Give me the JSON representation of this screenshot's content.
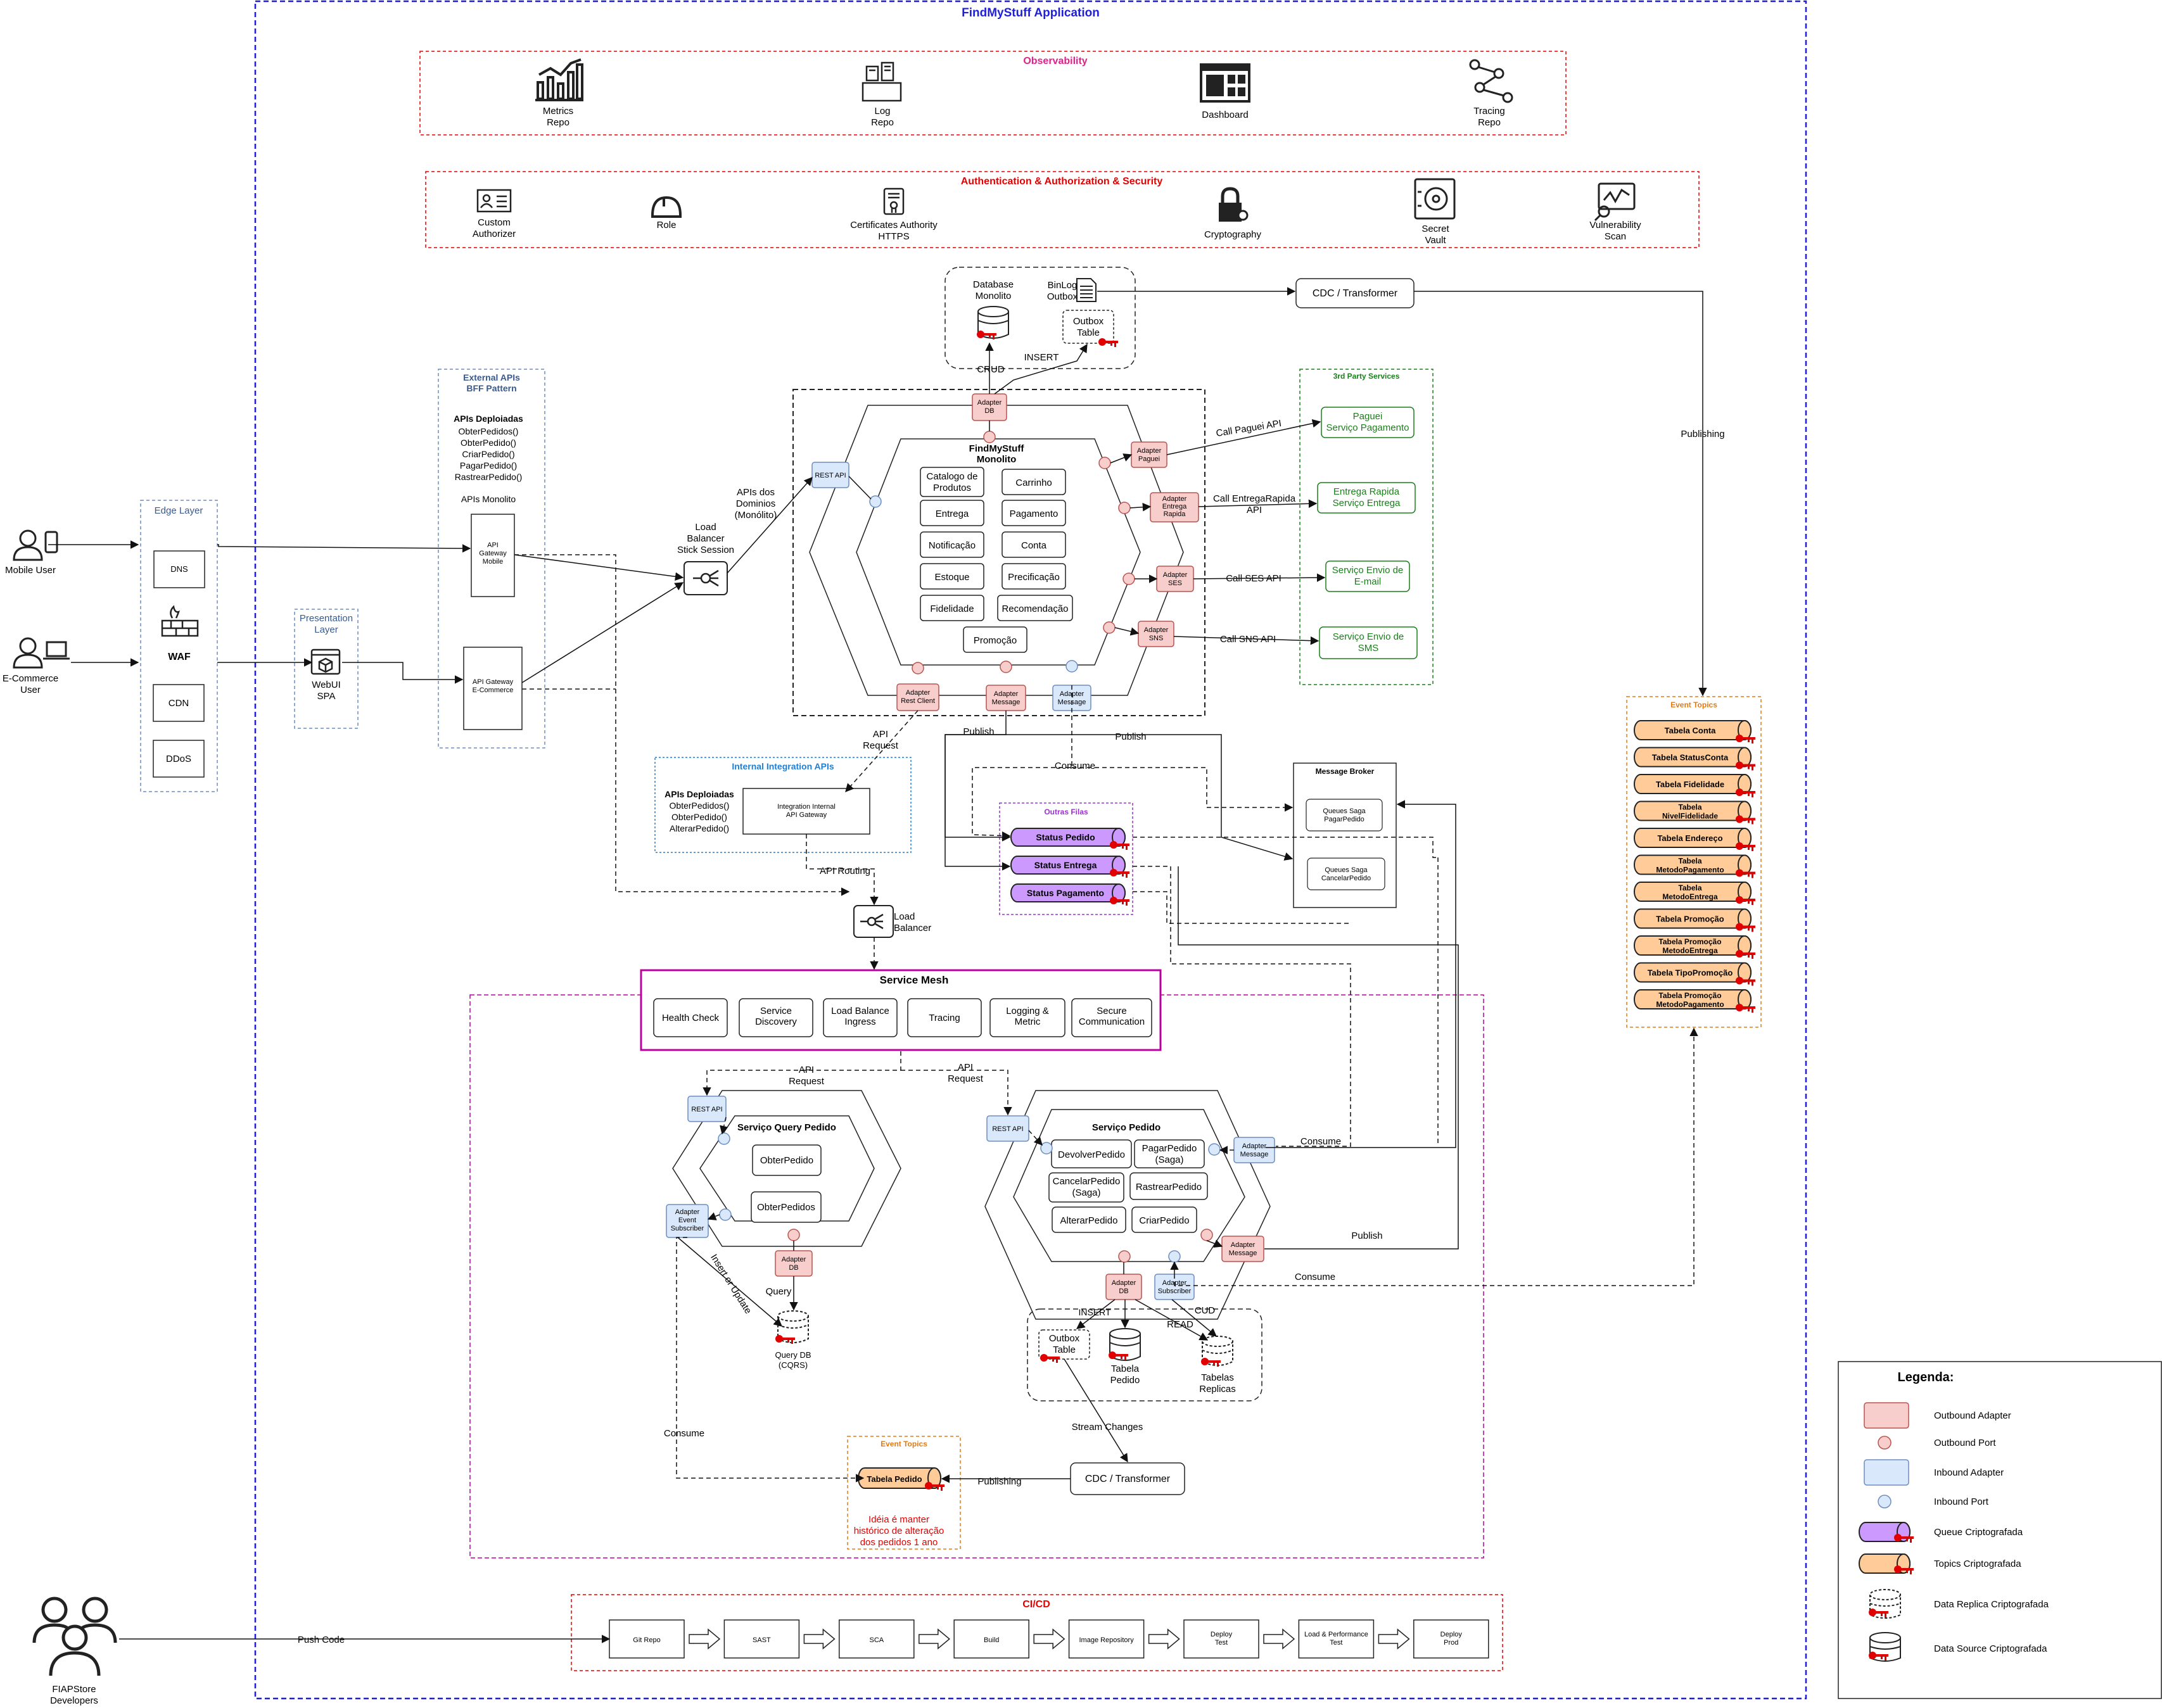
{
  "app_title": "FindMyStuff Application",
  "users": {
    "mobile": "Mobile User",
    "ecommerce": [
      "E-Commerce",
      "User"
    ],
    "developers": [
      "FIAPStore",
      "Developers"
    ],
    "push_code": "Push Code"
  },
  "observability": {
    "title": "Observability",
    "items": [
      [
        "Metrics",
        "Repo"
      ],
      [
        "Log",
        "Repo"
      ],
      [
        "Dashboard"
      ],
      [
        "Tracing",
        "Repo"
      ]
    ]
  },
  "security": {
    "title": "Authentication & Authorization & Security",
    "items": [
      [
        "Custom",
        "Authorizer"
      ],
      [
        "Role"
      ],
      [
        "Certificates Authority",
        "HTTPS"
      ],
      [
        "Cryptography"
      ],
      [
        "Secret",
        "Vault"
      ],
      [
        "Vulnerability",
        "Scan"
      ]
    ]
  },
  "edge": {
    "title": "Edge Layer",
    "dns": "DNS",
    "waf": "WAF",
    "cdn": "CDN",
    "ddos": "DDoS"
  },
  "presentation": {
    "title": [
      "Presentation",
      "Layer"
    ],
    "webui": [
      "WebUI",
      "SPA"
    ]
  },
  "external_apis": {
    "title": [
      "External APIs",
      "BFF Pattern"
    ],
    "deployed_title": "APIs Deploiadas",
    "deployed": [
      "ObterPedidos()",
      "ObterPedido()",
      "CriarPedido()",
      "PagarPedido()",
      "RastrearPedido()"
    ],
    "monolith_label": "APIs Monolito",
    "gw_mobile": [
      "API",
      "Gateway",
      "Mobile"
    ],
    "gw_ecommerce": [
      "API Gateway",
      "E-Commerce"
    ]
  },
  "lb_top": [
    "Load",
    "Balancer",
    "Stick Session"
  ],
  "apis_dominios": [
    "APIs dos",
    "Dominios",
    "(Monólito)"
  ],
  "monolith": {
    "db_box": {
      "db": [
        "Database",
        "Monolito"
      ],
      "binlog": [
        "BinLog",
        "Outbox"
      ],
      "outbox": [
        "Outbox",
        "Table"
      ],
      "crud": "CRUD",
      "insert": "INSERT"
    },
    "title": [
      "FindMyStuff",
      "Monolito"
    ],
    "modules": [
      "Catalogo de Produtos",
      "Carrinho",
      "Entrega",
      "Pagamento",
      "Notificação",
      "Conta",
      "Estoque",
      "Precificação",
      "Fidelidade",
      "Recomendação",
      "Promoção"
    ],
    "rest_api": "REST API",
    "adapter_db": [
      "Adapter",
      "DB"
    ],
    "adapter_paguei": [
      "Adapter",
      "Paguei"
    ],
    "adapter_entrega": [
      "Adapter",
      "Entrega",
      "Rapida"
    ],
    "adapter_ses": [
      "Adapter",
      "SES"
    ],
    "adapter_sns": [
      "Adapter",
      "SNS"
    ],
    "adapter_rest_client": [
      "Adapter",
      "Rest Client"
    ],
    "adapter_message_out": [
      "Adapter",
      "Message"
    ],
    "adapter_message_in": [
      "Adapter",
      "Message"
    ]
  },
  "cdc_top": "CDC / Transformer",
  "publishing": "Publishing",
  "third_party": {
    "title": "3rd Party Services",
    "calls": [
      [
        "Call Paguei API"
      ],
      [
        "Call EntregaRapida",
        "API"
      ],
      [
        "Call SES API"
      ],
      [
        "Call SNS API"
      ]
    ],
    "services": [
      [
        "Paguei",
        "Serviço Pagamento"
      ],
      [
        "Entrega Rapida",
        "Serviço Entrega"
      ],
      [
        "Serviço Envio de",
        "E-mail"
      ],
      [
        "Serviço Envio de",
        "SMS"
      ]
    ]
  },
  "event_topics": {
    "title": "Event Topics",
    "items": [
      [
        "Tabela Conta"
      ],
      [
        "Tabela StatusConta"
      ],
      [
        "Tabela Fidelidade"
      ],
      [
        "Tabela",
        "NivelFidelidade"
      ],
      [
        "Tabela Endereço"
      ],
      [
        "Tabela",
        "MetodoPagamento"
      ],
      [
        "Tabela",
        "MetodoEntrega"
      ],
      [
        "Tabela Promoção"
      ],
      [
        "Tabela Promoção",
        "MetodoEntrega"
      ],
      [
        "Tabela TipoPromoção"
      ],
      [
        "Tabela Promoção",
        "MetodoPagamento"
      ]
    ]
  },
  "internal_apis": {
    "title": "Internal Integration APIs",
    "deployed_title": "APIs Deploiadas",
    "deployed": [
      "ObterPedidos()",
      "ObterPedido()",
      "AlterarPedido()"
    ],
    "gateway": [
      "Integration Internal",
      "API Gateway"
    ],
    "api_request": [
      "API",
      "Request"
    ],
    "api_routing": "API Routing"
  },
  "queues": {
    "title": "Outras Filas",
    "items": [
      "Status Pedido",
      "Status Entrega",
      "Status Pagamento"
    ]
  },
  "publish": "Publish",
  "consume": "Consume",
  "message_broker": {
    "title": "Message Broker",
    "q1": [
      "Queues Saga",
      "PagarPedido"
    ],
    "q2": [
      "Queues Saga",
      "CancelarPedido"
    ]
  },
  "lb_mid": [
    "Load",
    "Balancer"
  ],
  "service_mesh": {
    "title": "Service Mesh",
    "items": [
      [
        "Health Check"
      ],
      [
        "Service",
        "Discovery"
      ],
      [
        "Load Balance",
        "Ingress"
      ],
      [
        "Tracing"
      ],
      [
        "Logging &",
        "Metric"
      ],
      [
        "Secure",
        "Communication"
      ]
    ]
  },
  "api_request": [
    "API",
    "Request"
  ],
  "query": {
    "rest_api": "REST API",
    "title": "Serviço Query Pedido",
    "ops": [
      "ObterPedido",
      "ObterPedidos"
    ],
    "adapter_event": [
      "Adapter",
      "Event",
      "Subscriber"
    ],
    "adapter_db": [
      "Adapter",
      "DB"
    ],
    "query_label": "Query",
    "insert_update": "Insert or Update",
    "db": [
      "Query DB",
      "(CQRS)"
    ],
    "consume": "Consume"
  },
  "pedido": {
    "rest_api": "REST API",
    "title": "Serviço Pedido",
    "ops": [
      [
        "DevolverPedido"
      ],
      [
        "PagarPedido",
        "(Saga)"
      ],
      [
        "CancelarPedido",
        "(Saga)"
      ],
      [
        "RastrearPedido"
      ],
      [
        "AlterarPedido"
      ],
      [
        "CriarPedido"
      ]
    ],
    "adapter_msg_in": [
      "Adapter",
      "Message"
    ],
    "adapter_msg_out": [
      "Adapter",
      "Message"
    ],
    "adapter_db": [
      "Adapter",
      "DB"
    ],
    "adapter_sub": [
      "Adapter",
      "Subscriber"
    ],
    "insert": "INSERT",
    "cud": "CUD",
    "read": "READ",
    "outbox": [
      "Outbox",
      "Table"
    ],
    "tabela": [
      "Tabela",
      "Pedido"
    ],
    "replicas": [
      "Tabelas",
      "Replicas"
    ],
    "stream": "Stream Changes",
    "cdc": "CDC / Transformer",
    "publishing": "Publishing",
    "consume1": "Consume",
    "consume2": "Consume",
    "publish": "Publish"
  },
  "event_topics_small": {
    "title": "Event Topics",
    "item": "Tabela Pedido",
    "note": [
      "Idéia é manter",
      "histórico de alteração",
      "dos pedidos 1 ano"
    ]
  },
  "cicd": {
    "title": "CI/CD",
    "steps": [
      [
        "Git Repo"
      ],
      [
        "SAST"
      ],
      [
        "SCA"
      ],
      [
        "Build"
      ],
      [
        "Image Repository"
      ],
      [
        "Deploy",
        "Test"
      ],
      [
        "Load & Performance",
        "Test"
      ],
      [
        "Deploy",
        "Prod"
      ]
    ]
  },
  "legend": {
    "title": "Legenda:",
    "items": [
      "Outbound Adapter",
      "Outbound Port",
      "Inbound Adapter",
      "Inbound Port",
      "Queue Criptografada",
      "Topics Criptografada",
      "Data Replica Criptografada",
      "Data Source Criptografada"
    ]
  },
  "colors": {
    "app_border": "#1f1fd6",
    "observability": "#e0218a",
    "security": "#e60000",
    "outbound": "#f8cecc",
    "outbound_stroke": "#b85450",
    "inbound": "#dae8fc",
    "inbound_stroke": "#6c8ebf",
    "green": "#1a7f1a",
    "orange": "#e07b16",
    "purple": "#9933cc",
    "blue_internal": "#1e7fd6",
    "edge": "#6c8ebf",
    "mesh": "#b8009f",
    "key": "#e00000"
  }
}
